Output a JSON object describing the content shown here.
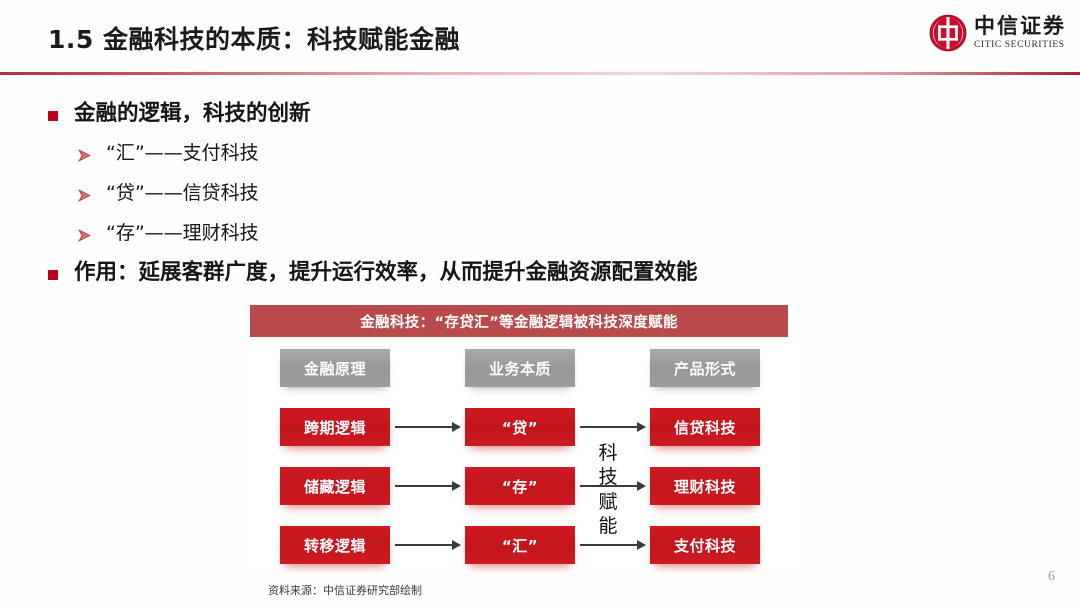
{
  "header": {
    "title": "1.5 金融科技的本质：科技赋能金融",
    "logo": {
      "icon": "citic-circular-emblem",
      "name_cn": "中信证券",
      "name_en": "CITIC SECURITIES",
      "color": "#c8102e"
    }
  },
  "body": {
    "bullets": [
      {
        "marker": "red-square",
        "text": "金融的逻辑，科技的创新",
        "children": [
          {
            "marker": "arrow-triangle",
            "text": "“汇”——支付科技"
          },
          {
            "marker": "arrow-triangle",
            "text": "“贷”——信贷科技"
          },
          {
            "marker": "arrow-triangle",
            "text": "“存”——理财科技"
          }
        ]
      },
      {
        "marker": "red-square",
        "text": "作用：延展客群广度，提升运行效率，从而提升金融资源配置效能",
        "children": []
      }
    ]
  },
  "diagram": {
    "banner": "金融科技：“存贷汇”等金融逻辑被科技深度赋能",
    "column_headers": [
      "金融原理",
      "业务本质",
      "产品形式"
    ],
    "rows": [
      {
        "principle": "跨期逻辑",
        "essence": "“贷”",
        "product": "信贷科技"
      },
      {
        "principle": "储藏逻辑",
        "essence": "“存”",
        "product": "理财科技"
      },
      {
        "principle": "转移逻辑",
        "essence": "“汇”",
        "product": "支付科技"
      }
    ],
    "vertical_label": "科技赋能",
    "colors": {
      "banner": "#b94a4c",
      "header_node": "#9b9b9b",
      "red_node": "#c8171e",
      "arrow": "#3b3b3b"
    }
  },
  "footer": {
    "source": "资料来源：中信证券研究部绘制",
    "page_number": "6"
  }
}
